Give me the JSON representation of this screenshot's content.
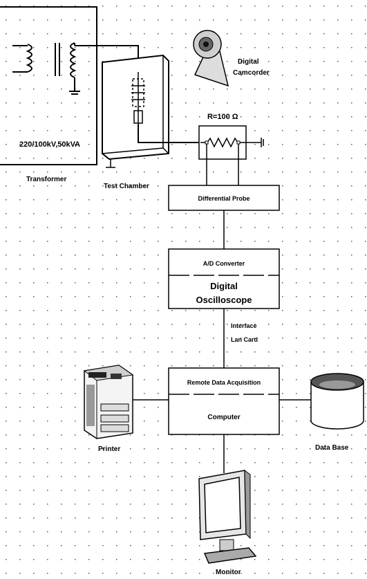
{
  "transformer": {
    "rating": "220/100kV,50kVA",
    "caption": "Transformer"
  },
  "chamber": {
    "caption": "Test Chamber"
  },
  "camcorder": {
    "line1": "Digital",
    "line2": "Camcorder"
  },
  "resistor": {
    "label": "R=100 Ω"
  },
  "probe": {
    "label": "Differential Probe"
  },
  "oscilloscope": {
    "top": "A/D Converter",
    "line1": "Digital",
    "line2": "Oscilloscope"
  },
  "interface": {
    "line1": "Interface",
    "line2": "Lan Card"
  },
  "computer": {
    "top": "Remote Data Acquisition",
    "bottom": "Computer"
  },
  "printer": {
    "caption": "Printer"
  },
  "database": {
    "caption": "Data Base"
  },
  "monitor": {
    "caption": "Monitor"
  }
}
